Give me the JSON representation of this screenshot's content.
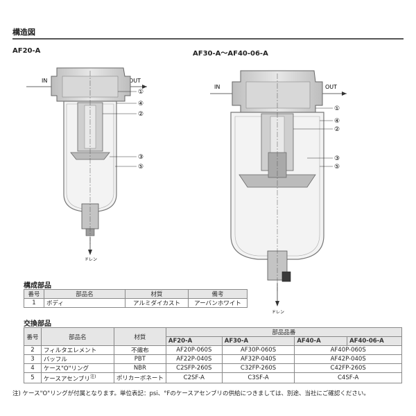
{
  "section_title": "構造図",
  "models": {
    "left": "AF20-A",
    "right": "AF30-A〜AF40-06-A"
  },
  "diagram_labels": {
    "in": "IN",
    "out": "OUT",
    "drain": "ドレン",
    "callouts": [
      "①",
      "④",
      "②",
      "③",
      "⑤"
    ]
  },
  "components": {
    "title": "構成部品",
    "headers": [
      "番号",
      "部品名",
      "材質",
      "備考"
    ],
    "rows": [
      {
        "no": "1",
        "name": "ボディ",
        "material": "アルミダイカスト",
        "remark": "アーバンホワイト"
      }
    ]
  },
  "replacement": {
    "title": "交換部品",
    "headers": {
      "no": "番号",
      "name": "部品名",
      "material": "材質",
      "part_no": "部品品番"
    },
    "models": [
      "AF20-A",
      "AF30-A",
      "AF40-A",
      "AF40-06-A"
    ],
    "rows": [
      {
        "no": "2",
        "name": "フィルタエレメント",
        "material": "不織布",
        "af20": "AF20P-060S",
        "af30": "AF30P-060S",
        "af40": "AF40P-060S"
      },
      {
        "no": "3",
        "name": "バッフル",
        "material": "PBT",
        "af20": "AF22P-040S",
        "af30": "AF32P-040S",
        "af40": "AF42P-040S"
      },
      {
        "no": "4",
        "name": "ケース\"O\"リング",
        "material": "NBR",
        "af20": "C2SFP-260S",
        "af30": "C32FP-260S",
        "af40": "C42FP-260S"
      },
      {
        "no": "5",
        "name": "ケースアセンブリ",
        "name_note": "注)",
        "material": "ポリカーボネート",
        "af20": "C2SF-A",
        "af30": "C3SF-A",
        "af40": "C4SF-A"
      }
    ]
  },
  "footnote": "注) ケース\"O\"リングが付属となります。単位表記：psi、°Fのケースアセンブリの供給につきましては、別途、当社にご確認ください。"
}
